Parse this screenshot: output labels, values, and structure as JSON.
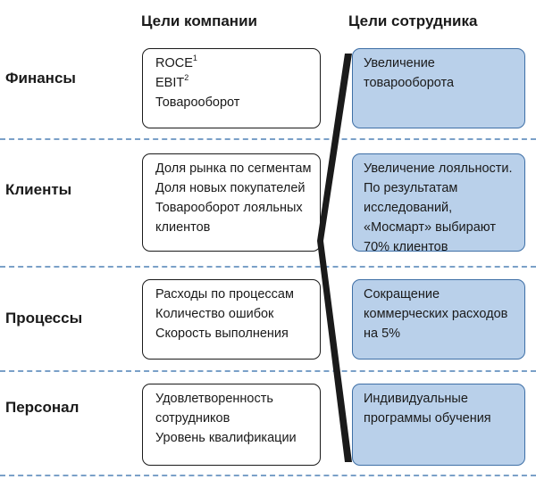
{
  "headers": {
    "company": "Цели компании",
    "employee": "Цели сотрудника"
  },
  "rows": [
    {
      "label": "Финансы",
      "company": [
        {
          "text": "ROCE",
          "sup": "1"
        },
        {
          "text": "EBIT",
          "sup": "2"
        },
        {
          "text": "Товарооборот"
        }
      ],
      "employee": "Увеличение товарооборота"
    },
    {
      "label": "Клиенты",
      "company": [
        {
          "text": "Доля рынка по сегментам"
        },
        {
          "text": "Доля новых покупателей"
        },
        {
          "text": "Товарооборот лояльных клиентов"
        }
      ],
      "employee": "Увеличение лояльности. По результатам исследований, «Мосмарт» выбирают 70% клиентов"
    },
    {
      "label": "Процессы",
      "company": [
        {
          "text": "Расходы по процессам"
        },
        {
          "text": "Количество ошибок"
        },
        {
          "text": "Скорость выполнения"
        }
      ],
      "employee": "Сокращение коммерческих расходов на 5%"
    },
    {
      "label": "Персонал",
      "company": [
        {
          "text": "Удовлетворенность сотрудников"
        },
        {
          "text": "Уровень квалификации"
        }
      ],
      "employee": "Индивидуальные программы обучения"
    }
  ],
  "colors": {
    "employee_fill": "#b9d0ea",
    "employee_border": "#3e6fa6",
    "separator": "#7aa0c8",
    "connector": "#1a1a1a"
  }
}
